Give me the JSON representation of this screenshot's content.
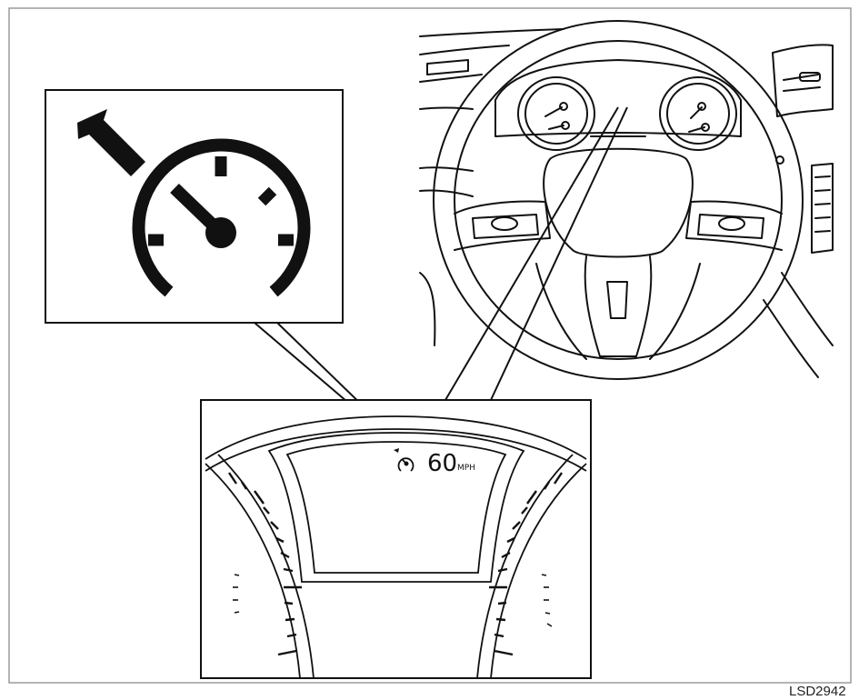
{
  "display": {
    "speed_value": "60",
    "speed_unit": "MPH"
  },
  "figure_code": "LSD2942",
  "icons": {
    "callout": "cruise-control-indicator-icon",
    "pointer": "arrow-pointer-icon",
    "display_icon": "cruise-control-indicator-icon"
  },
  "colors": {
    "line": "#111111",
    "background": "#ffffff",
    "frame": "#9a9a9a"
  }
}
